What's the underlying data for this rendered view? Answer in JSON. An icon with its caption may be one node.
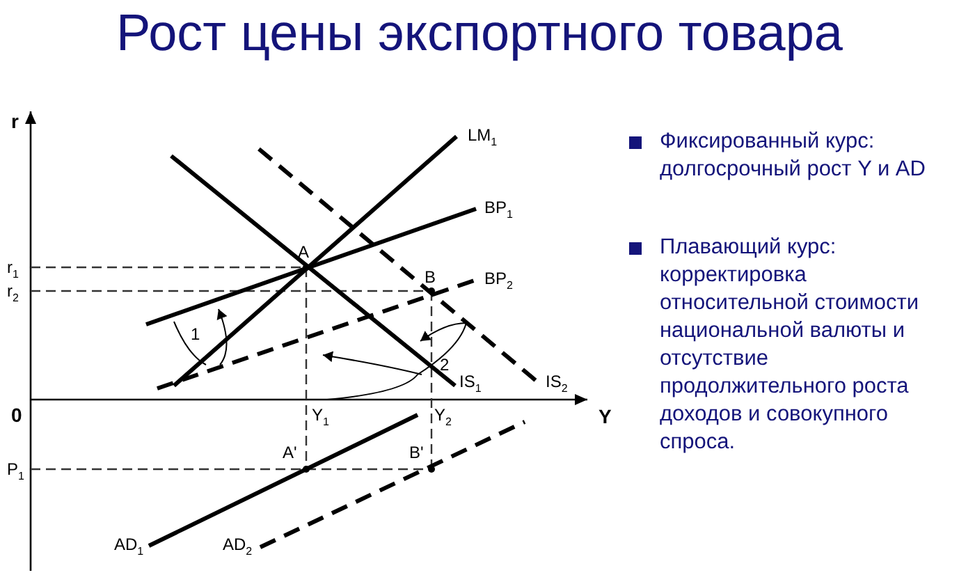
{
  "diagram": {
    "title": "Рост цены экспортного товара",
    "labels": [
      "r",
      "LM$_{1}$",
      "BP$_{1}$",
      "A",
      "r$_{1}$",
      "r$_{2}$",
      "B",
      "BP$_{2}$",
      "1",
      "2",
      "IS$_{1}$",
      "IS$_{2}$",
      "0",
      "Y$_{1}$",
      "Y$_{2}$",
      "Y",
      "A'",
      "B'",
      "P$_{1}$",
      "AD$_{1}$",
      "AD$_{2}$",
      "Фиксированный курс: долгосрочный рост Y и AD",
      "Плавающий курс: корректировка относительной стоимости национальной валюты и отсутствие продолжительного роста доходов и совокупного спроса."
    ]
  }
}
